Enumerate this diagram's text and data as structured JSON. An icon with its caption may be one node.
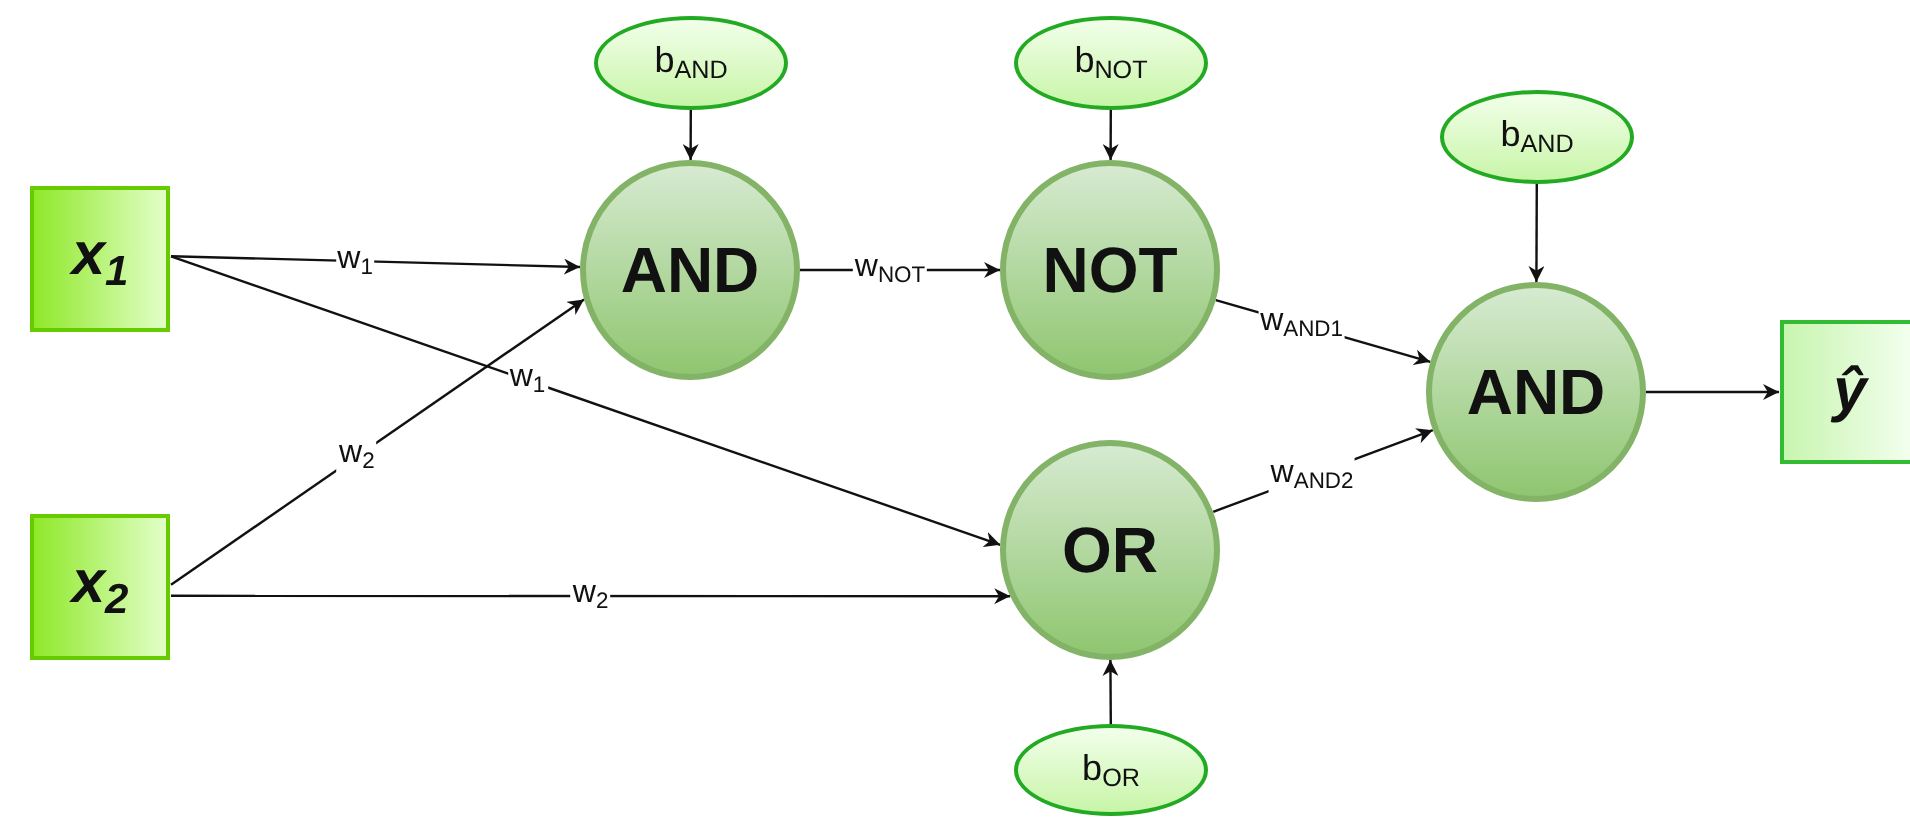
{
  "diagram": {
    "nodes": [
      {
        "text": [
          "x$_{1}$"
        ]
      },
      {
        "text": [
          "x$_{2}$"
        ]
      },
      {
        "text": [
          "b$_{AND}$"
        ]
      },
      {
        "text": [
          "AND"
        ]
      },
      {
        "text": [
          "b$_{NOT}$"
        ]
      },
      {
        "text": [
          "NOT"
        ]
      },
      {
        "text": [
          "OR"
        ]
      },
      {
        "text": [
          "b$_{OR}$"
        ]
      },
      {
        "text": [
          "b$_{AND}$"
        ]
      },
      {
        "text": [
          "AND"
        ]
      },
      {
        "text": [
          "ŷ"
        ]
      }
    ],
    "edges": [
      {
        "from": 0,
        "to": 3,
        "arrow": "to",
        "label": "w$_{1}$"
      },
      {
        "from": 0,
        "to": 6,
        "arrow": "to",
        "label": "w$_{1}$"
      },
      {
        "from": 1,
        "to": 3,
        "arrow": "to",
        "label": "w$_{2}$"
      },
      {
        "from": 1,
        "to": 6,
        "arrow": "to",
        "label": "w$_{2}$"
      },
      {
        "from": 2,
        "to": 3,
        "arrow": "to"
      },
      {
        "from": 3,
        "to": 5,
        "arrow": "to",
        "label": "w$_{NOT}$"
      },
      {
        "from": 4,
        "to": 5,
        "arrow": "to"
      },
      {
        "from": 5,
        "to": 9,
        "arrow": "to",
        "label": "w$_{AND1}$"
      },
      {
        "from": 6,
        "to": 9,
        "arrow": "to",
        "label": "w$_{AND2}$"
      },
      {
        "from": 7,
        "to": 6,
        "arrow": "to"
      },
      {
        "from": 8,
        "to": 9,
        "arrow": "to"
      },
      {
        "from": 9,
        "to": 10,
        "arrow": "to"
      }
    ]
  }
}
